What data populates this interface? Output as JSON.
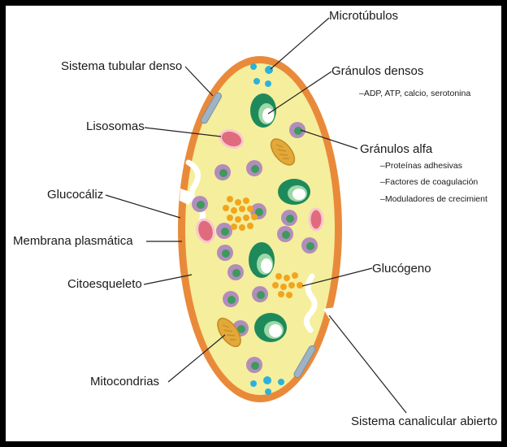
{
  "colors": {
    "membrane": "#e98a3a",
    "cytoplasm": "#f5ee9c",
    "dense_granule": "#1e8a5b",
    "alpha_granule": "#b28dbb",
    "alpha_core": "#3d9a5c",
    "lysosome": "#e06b7c",
    "mitochondria": "#e3a83a",
    "glycogen": "#f1a51f",
    "microtubule": "#2db1d9",
    "tubular_system": "#9fb3c4"
  },
  "labels": {
    "microtubulos": "Microtúbulos",
    "sistema_tubular_denso": "Sistema tubular denso",
    "granulos_densos": "Gránulos densos",
    "granulos_densos_contenido": "–ADP, ATP, calcio, serotonina",
    "lisosomas": "Lisosomas",
    "granulos_alfa": "Gránulos alfa",
    "granulos_alfa_items": [
      "–Proteínas adhesivas",
      "–Factores de coagulación",
      "–Moduladores de crecimient"
    ],
    "glucocaliz": "Glucocáliz",
    "membrana_plasmatica": "Membrana plasmática",
    "glucogeno": "Glucógeno",
    "citoesqueleto": "Citoesqueleto",
    "mitocondrias": "Mitocondrias",
    "sistema_canalicular_abierto": "Sistema canalicular abierto"
  }
}
